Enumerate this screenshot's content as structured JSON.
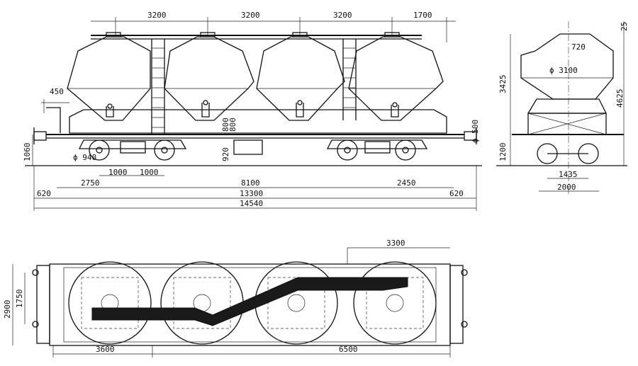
{
  "side_view": {
    "top_spacing": [
      "3200",
      "3200",
      "3200",
      "1700"
    ],
    "left_450": "450",
    "height_1060": "1060",
    "wheel_940": "ϕ 940",
    "bogie_1000a": "1000",
    "bogie_1000b": "1000",
    "v920": "920",
    "v800a": "800",
    "v800b": "800",
    "right_500": "ϕ 500",
    "d2750": "2750",
    "d8100": "8100",
    "d2450": "2450",
    "d620l": "620",
    "d13300": "13300",
    "d620r": "620",
    "d14540": "14540"
  },
  "end_view": {
    "d25": "25",
    "d720": "720",
    "d3100": "ϕ 3100",
    "d3425": "3425",
    "d4625": "4625",
    "d1200": "1200",
    "d1435": "1435",
    "d2000": "2000"
  },
  "plan_view": {
    "d3300": "3300",
    "d2900": "2900",
    "d1750": "1750",
    "d3600": "3600",
    "d6500": "6500"
  }
}
